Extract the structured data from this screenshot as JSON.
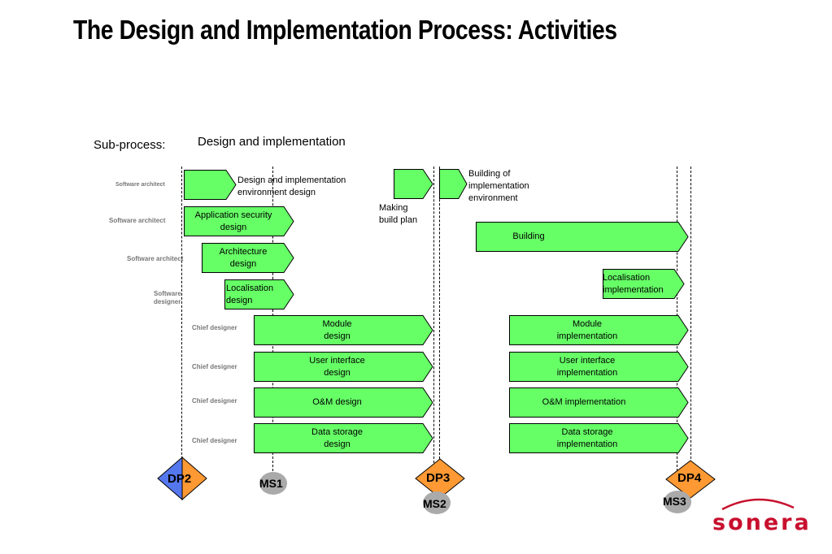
{
  "title": "The Design and Implementation Process: Activities",
  "subprocess_label": "Sub-process:",
  "subprocess_name": "Design and implementation",
  "roles": {
    "r1": "Software architect",
    "r2": "Software architect",
    "r3": "Software architect",
    "r4a": "Software",
    "r4b": "designer",
    "r5": "Chief designer",
    "r6": "Chief designer",
    "r7": "Chief designer",
    "r8": "Chief designer"
  },
  "activities": {
    "env_design": "Design and implementation\nenvironment design",
    "app_security": "Application security\ndesign",
    "architecture": "Architecture\ndesign",
    "localisation_design": "Localisation\ndesign",
    "module_design": "Module\ndesign",
    "ui_design": "User interface\ndesign",
    "om_design": "O&M design",
    "data_storage_design": "Data storage\ndesign",
    "making_build_plan": "Making\nbuild plan",
    "building_env": "Building of\nimplementation\nenvironment",
    "building": "Building",
    "localisation_impl": "Localisation\nimplementation",
    "module_impl": "Module\nimplementation",
    "ui_impl": "User interface\nimplementation",
    "om_impl": "O&M implementation",
    "data_storage_impl": "Data storage\nimplementation"
  },
  "milestones": {
    "dp2": "DP2",
    "ms1": "MS1",
    "dp3": "DP3",
    "ms2": "MS2",
    "dp4": "DP4",
    "ms3": "MS3"
  },
  "colors": {
    "activity_fill": "#66ff66",
    "dp_orange": "#ff9933",
    "dp_blue": "#5577ee",
    "ms_gray": "#aaaaaa",
    "logo_red": "#c8102e"
  },
  "logo": "sonera"
}
